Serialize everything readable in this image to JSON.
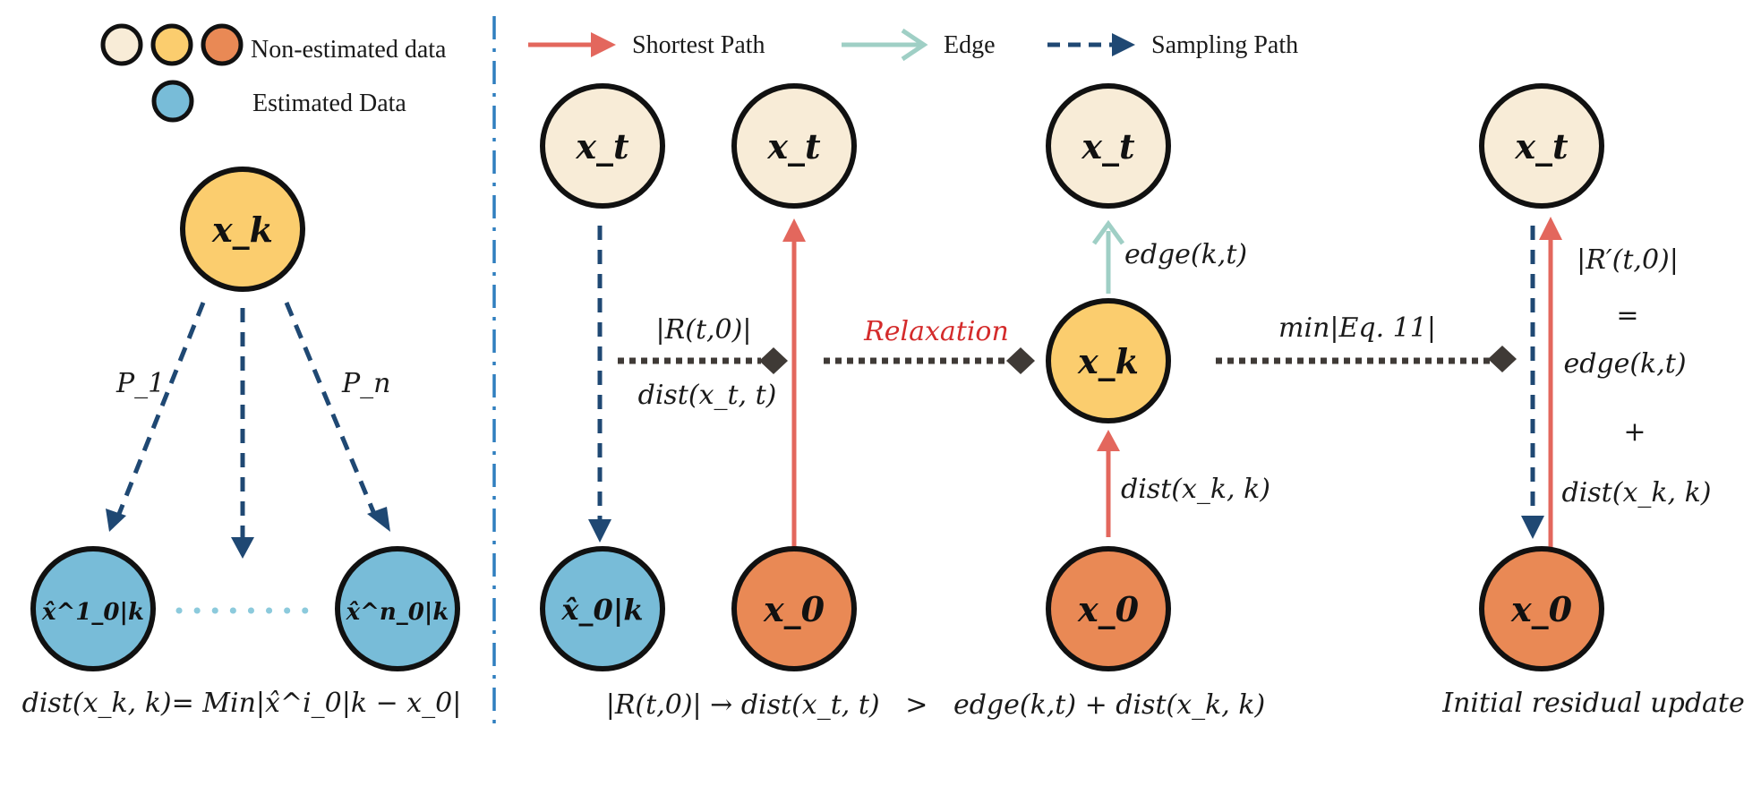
{
  "colors": {
    "node_cream": "#f8ecd7",
    "node_yellow": "#fbcd6e",
    "node_orange": "#e98955",
    "node_blue": "#78bcd8",
    "shortest_path": "#e3675d",
    "edge": "#9fcfc5",
    "sampling_path": "#1f4873",
    "dotted_dark": "#3f3a36",
    "dotted_light": "#8ccadc",
    "divider": "#2f7fbf",
    "relaxation_text": "#d42b2b"
  },
  "legend": {
    "non_estimated": "Non-estimated data",
    "estimated": "Estimated Data",
    "shortest_path": "Shortest Path",
    "edge": "Edge",
    "sampling_path": "Sampling Path"
  },
  "left_panel": {
    "node_xk": "x_k",
    "label_p1": "P_1",
    "label_pn": "P_n",
    "node_x1": "x̂^1_0|k",
    "node_xn": "x̂^n_0|k",
    "caption": "dist(x_k, k)= Min|x̂^i_0|k − x_0|"
  },
  "panel_1": {
    "node_xt": "x_t",
    "node_x0k": "x̂_0|k",
    "label_R": "|R(t,0)|",
    "label_dist": "dist(x_t, t)"
  },
  "panel_2": {
    "node_xt": "x_t",
    "node_x0": "x_0",
    "relaxation": "Relaxation",
    "caption": "|R(t,0)| → dist(x_t, t)   >   edge(k,t) + dist(x_k, k)"
  },
  "panel_3": {
    "node_xt": "x_t",
    "node_xk": "x_k",
    "node_x0": "x_0",
    "label_edge": "edge(k,t)",
    "label_dist": "dist(x_k, k)",
    "label_min": "min|Eq. 11|"
  },
  "panel_4": {
    "node_xt": "x_t",
    "node_x0": "x_0",
    "label_Rprime": "|R′(t,0)|",
    "label_eq": "=",
    "label_edge": "edge(k,t)",
    "label_plus": "+",
    "label_dist": "dist(x_k, k)",
    "caption": "Initial residual update"
  }
}
